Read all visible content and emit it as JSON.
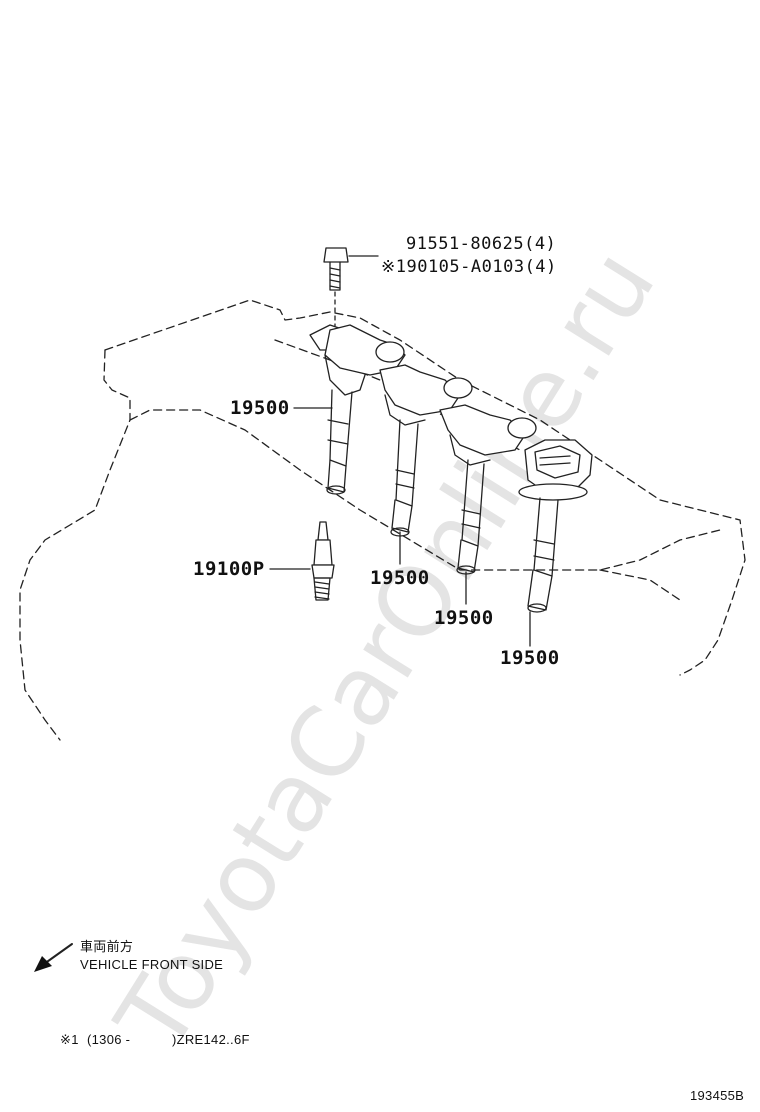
{
  "watermark": "ToyotaCarOnline.ru",
  "parts": {
    "bolt_number": "91551-80625(4)",
    "bolt_alt_number": "※190105-A0103(4)",
    "coil_1": "19500",
    "coil_2": "19500",
    "coil_3": "19500",
    "coil_4": "19500",
    "spark_plug": "19100P"
  },
  "direction": {
    "jp": "車両前方",
    "en": "VEHICLE FRONT SIDE"
  },
  "footnote": {
    "marker": "※1",
    "range": "(1306 -",
    "model": ")ZRE142..6F"
  },
  "illustration_id": "193455B"
}
